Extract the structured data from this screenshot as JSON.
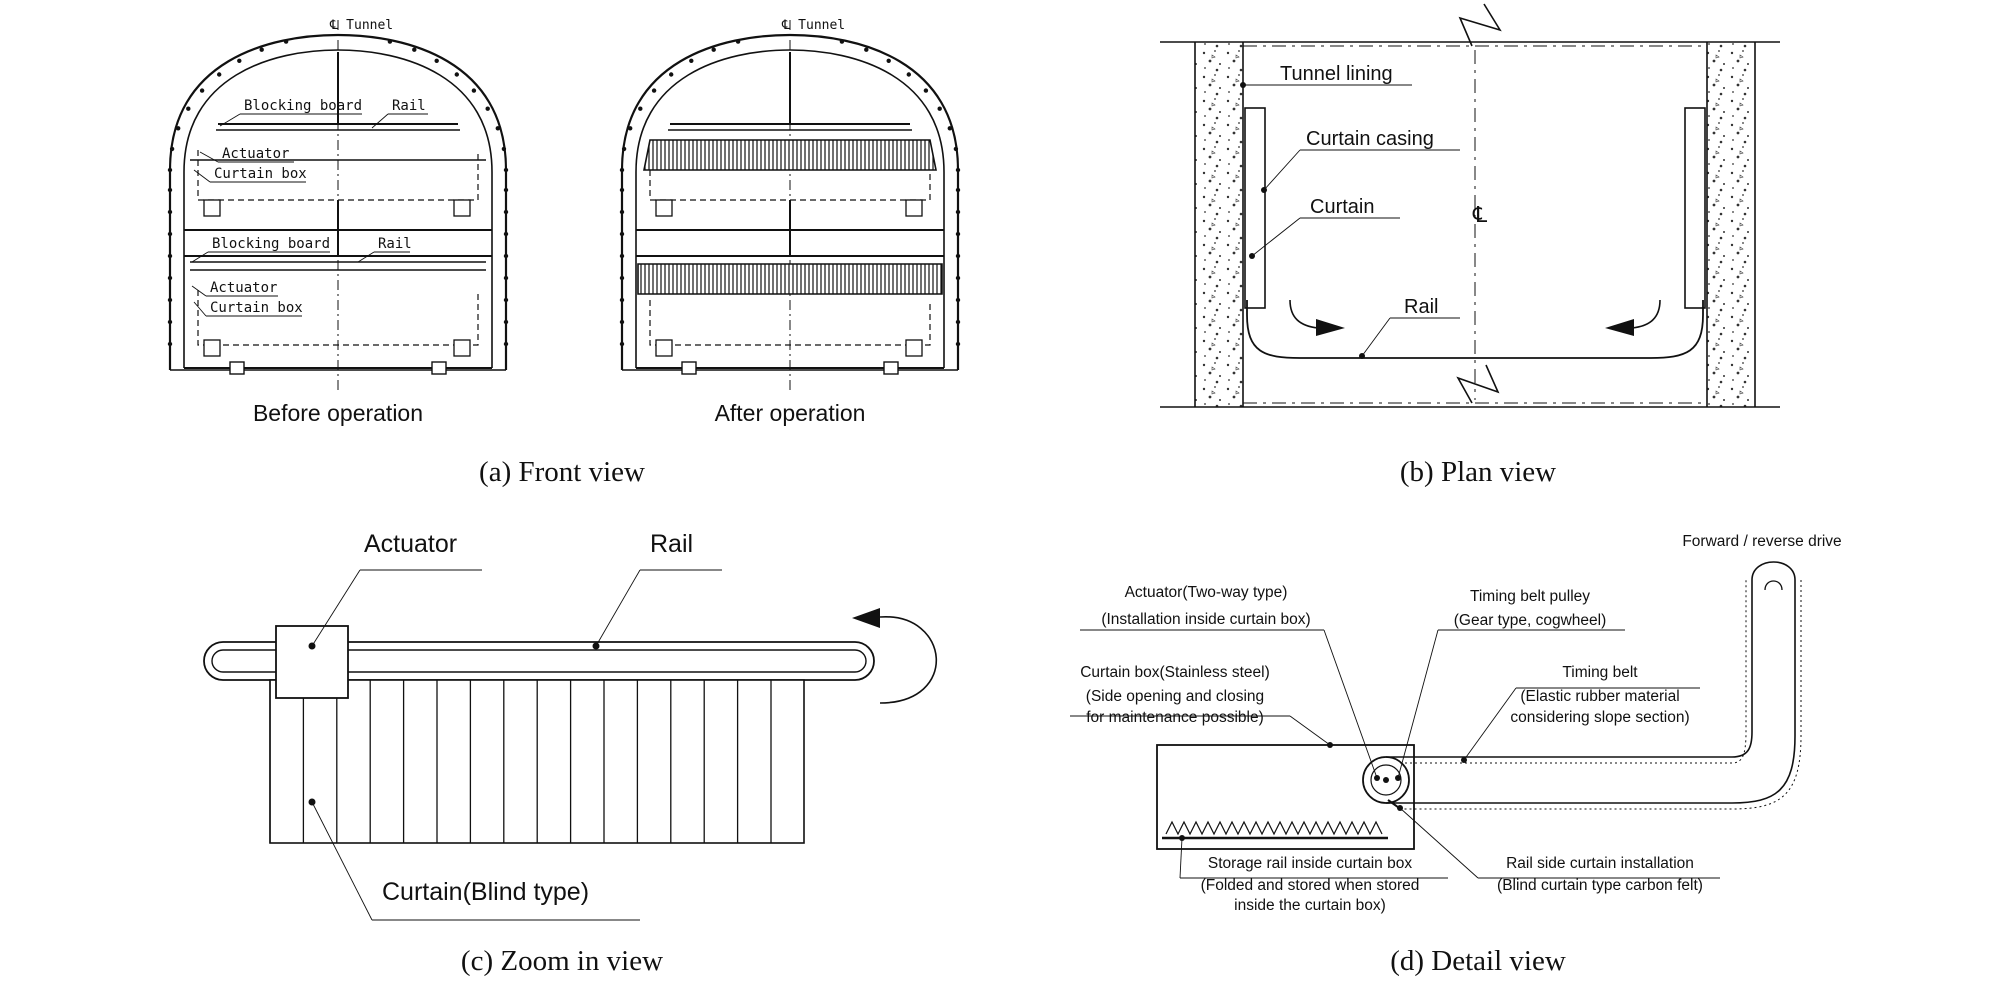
{
  "front_view": {
    "centerline_label": "℄ Tunnel",
    "before": {
      "upper_blocking_board": "Blocking board",
      "upper_rail": "Rail",
      "upper_actuator": "Actuator",
      "upper_curtain_box": "Curtain box",
      "lower_blocking_board": "Blocking board",
      "lower_rail": "Rail",
      "lower_actuator": "Actuator",
      "lower_curtain_box": "Curtain box",
      "title": "Before operation"
    },
    "after": {
      "title": "After operation"
    },
    "caption": "(a) Front view"
  },
  "plan_view": {
    "tunnel_lining": "Tunnel lining",
    "curtain_casing": "Curtain casing",
    "curtain": "Curtain",
    "centerline": "℄",
    "rail": "Rail",
    "caption": "(b) Plan view"
  },
  "zoom_view": {
    "actuator": "Actuator",
    "rail": "Rail",
    "curtain": "Curtain(Blind type)",
    "caption": "(c) Zoom in view"
  },
  "detail_view": {
    "drive": "Forward / reverse drive",
    "actuator_1": "Actuator(Two-way type)",
    "actuator_2": "(Installation inside curtain box)",
    "pulley_1": "Timing belt pulley",
    "pulley_2": "(Gear type, cogwheel)",
    "box_1": "Curtain box(Stainless steel)",
    "box_2": "(Side opening and closing",
    "box_3": "for maintenance possible)",
    "belt_1": "Timing belt",
    "belt_2": "(Elastic rubber material",
    "belt_3": "considering slope section)",
    "storage_1": "Storage rail inside curtain box",
    "storage_2": "(Folded and stored when stored",
    "storage_3": "inside the curtain box)",
    "railside_1": "Rail side curtain installation",
    "railside_2": "(Blind curtain type carbon felt)",
    "caption": "(d) Detail view"
  }
}
